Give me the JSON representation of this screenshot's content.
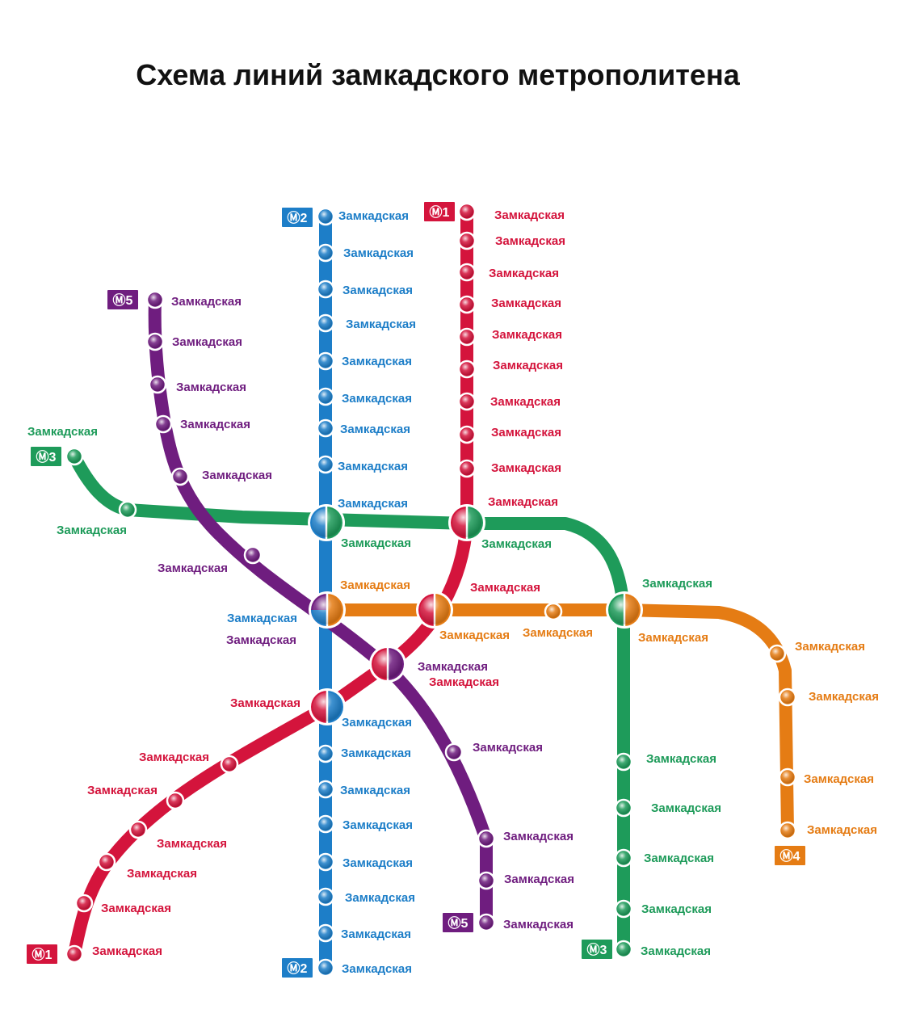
{
  "title": "Схема линий замкадского метрополитена",
  "station_name": "Замкадская",
  "lines": [
    {
      "id": "1",
      "badge": "Ⓜ1",
      "color": "#d4143c"
    },
    {
      "id": "2",
      "badge": "Ⓜ2",
      "color": "#1d7ec8"
    },
    {
      "id": "3",
      "badge": "Ⓜ3",
      "color": "#1e9b5a"
    },
    {
      "id": "4",
      "badge": "Ⓜ4",
      "color": "#e57c14"
    },
    {
      "id": "5",
      "badge": "Ⓜ5",
      "color": "#6f1d7f"
    }
  ],
  "icons": {
    "line_badge": "metro-logo-icon",
    "station": "station-dot-icon",
    "transfer": "transfer-station-icon"
  }
}
